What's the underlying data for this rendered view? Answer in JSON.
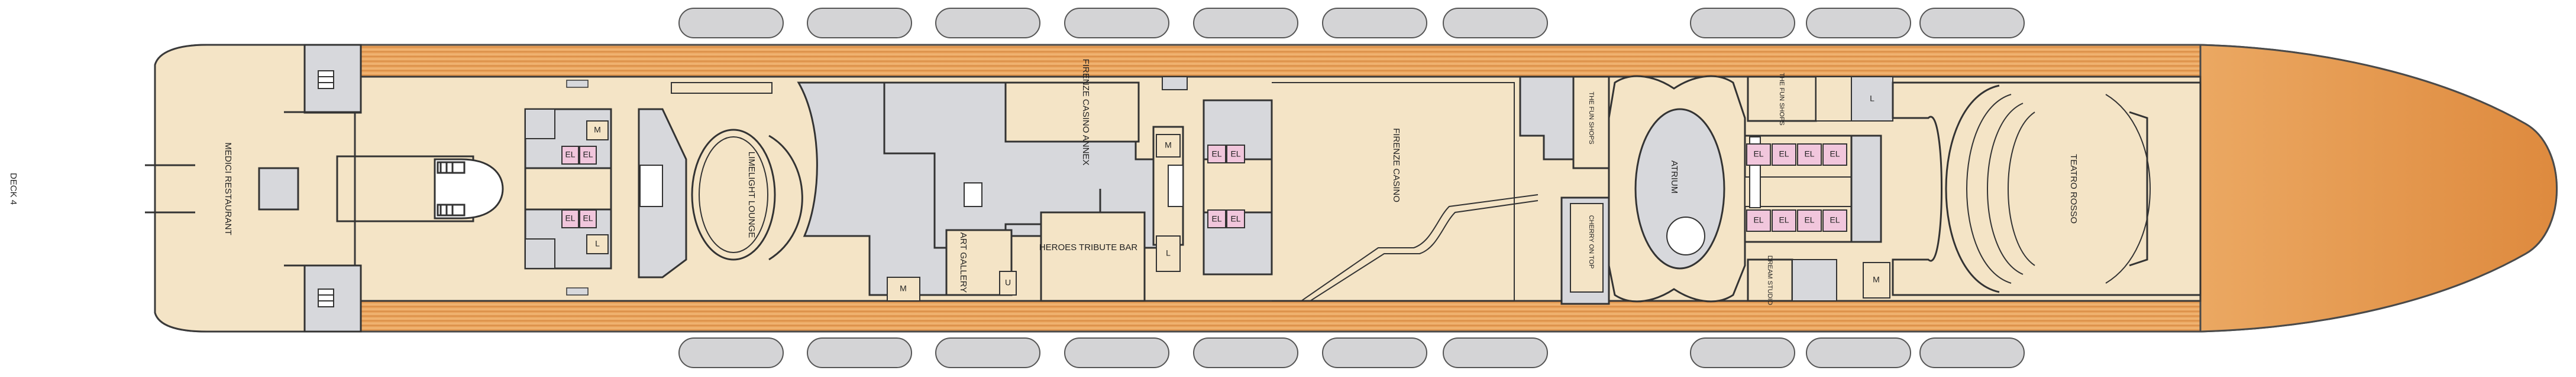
{
  "deck_label": "DECK 4",
  "venues": {
    "medici": "MEDICI RESTAURANT",
    "limelight": "LIMELIGHT LOUNGE",
    "firenze_annex": "FIRENZE CASINO ANNEX",
    "heroes": "HEROES TRIBUTE BAR",
    "art_gallery": "ART GALLERY",
    "firenze_casino": "FIRENZE CASINO",
    "fun_shops_1": "THE FUN SHOPS",
    "fun_shops_2": "THE FUN SHOPS",
    "atrium": "ATRIUM",
    "cherry": "CHERRY ON TOP",
    "teatro": "TEATRO ROSSO",
    "photo": "DREAM STUDIO"
  },
  "markers": {
    "elevator": "EL",
    "mens": "M",
    "ladies": "L",
    "unisex": "U"
  },
  "colors": {
    "floor": "#f4e4c6",
    "public": "#d7d8dc",
    "wood_deck": "#e9a15a",
    "bow": "#e79a4e",
    "outline": "#3a3a3a",
    "elevator": "#f1c6dc",
    "lifeboat": "#d4d4d6"
  }
}
